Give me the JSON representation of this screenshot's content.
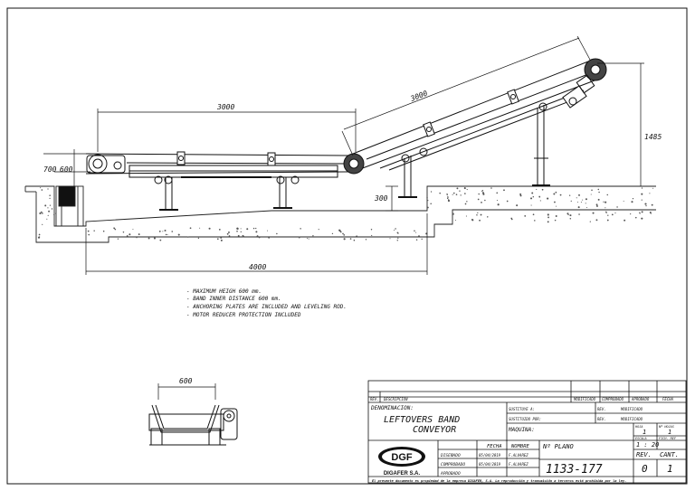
{
  "dimensions": {
    "horizontal_length": "3000",
    "incline_length": "3000",
    "overall_height": "1485",
    "in_height_a": "700",
    "in_height_b": "600",
    "pit_depth": "300",
    "floor_length": "4000",
    "section_width": "600"
  },
  "notes": [
    "- MAXIMUM HEIGH 600 mm.",
    "- BAND INNER DISTANCE 600 mm.",
    "- ANCHORING PLATES ARE INCLUDED AND LEVELING ROD.",
    "- MOTOR REDUCER PROTECTION INCLUDED"
  ],
  "title_block": {
    "rev_header": {
      "rev": "REV.",
      "descripcion": "DESCRIPCION",
      "modificado": "MODIFICADO",
      "comprobado": "COMPROBADO",
      "aprobado": "APROBADO",
      "fecha": "FECHA"
    },
    "denominacion_label": "DENOMINACION:",
    "title_line1": "LEFTOVERS BAND",
    "title_line2": "CONVEYOR",
    "sustituye_a": "SUSTITUYE A:",
    "sustituido_por": "SUSTITUIDO POR:",
    "maquina": "MAQUINA:",
    "rev_label": "REV.",
    "modificado_label": "MODIFICADO",
    "hoja_label": "HOJA",
    "hoja_value": "1",
    "n_hojas_label": "Nº HOJAS",
    "n_hojas_value": "1",
    "escala_label": "ESCALA",
    "escala_value": "1 : 20",
    "ficha_label": "FICH. REF",
    "fecha_col": "FECHA",
    "nombre_col": "NOMBRE",
    "rows": [
      {
        "label": "DISEÑADO",
        "fecha": "05/04/2019",
        "nombre": "F.ALVAREZ"
      },
      {
        "label": "COMPROBADO",
        "fecha": "05/04/2019",
        "nombre": "F.ALVAREZ"
      },
      {
        "label": "APROBADO",
        "fecha": "",
        "nombre": ""
      }
    ],
    "plano_label": "Nº PLANO",
    "plano_number": "1133-177",
    "rev_value_label": "REV.",
    "rev_value": "0",
    "cant_label": "CANT.",
    "cant_value": "1",
    "company_name": "DIGAFER S.A.",
    "logo_text": "DGF",
    "footer": "El presente documento es propiedad de la empresa DIGAFER, S.A. La reproducción y transmisión a terceros está prohibida por la ley."
  }
}
